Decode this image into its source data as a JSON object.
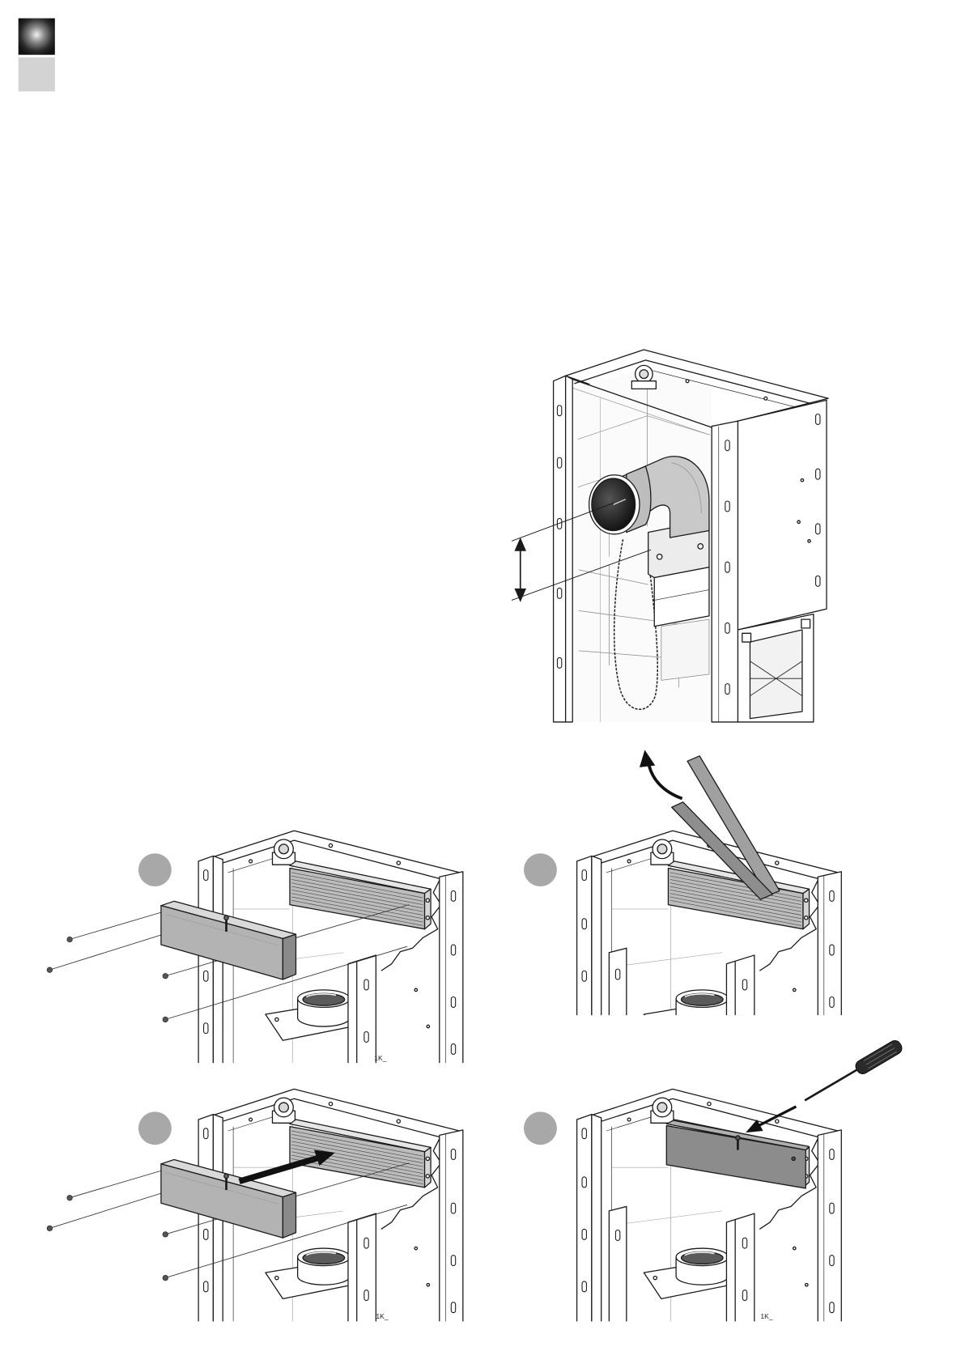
{
  "page": {
    "background": "#ffffff"
  },
  "section_tabs": {
    "active_color": "#1c1c1c",
    "inactive_color": "#d3d3d3"
  },
  "figures": {
    "main": {
      "icon": "duct-elbow-icon",
      "pipe_opening_color": "#1b1b1b"
    },
    "steps": [
      {
        "icon": "remove-cover-icon",
        "step_marker_color": "#a8a8a8",
        "figure_code": "1K_"
      },
      {
        "icon": "lift-strips-icon",
        "step_marker_color": "#a8a8a8"
      },
      {
        "icon": "insert-cover-icon",
        "step_marker_color": "#a8a8a8",
        "figure_code": "1K_"
      },
      {
        "icon": "screwdriver-icon",
        "step_marker_color": "#a8a8a8",
        "figure_code": "1K_"
      }
    ]
  }
}
